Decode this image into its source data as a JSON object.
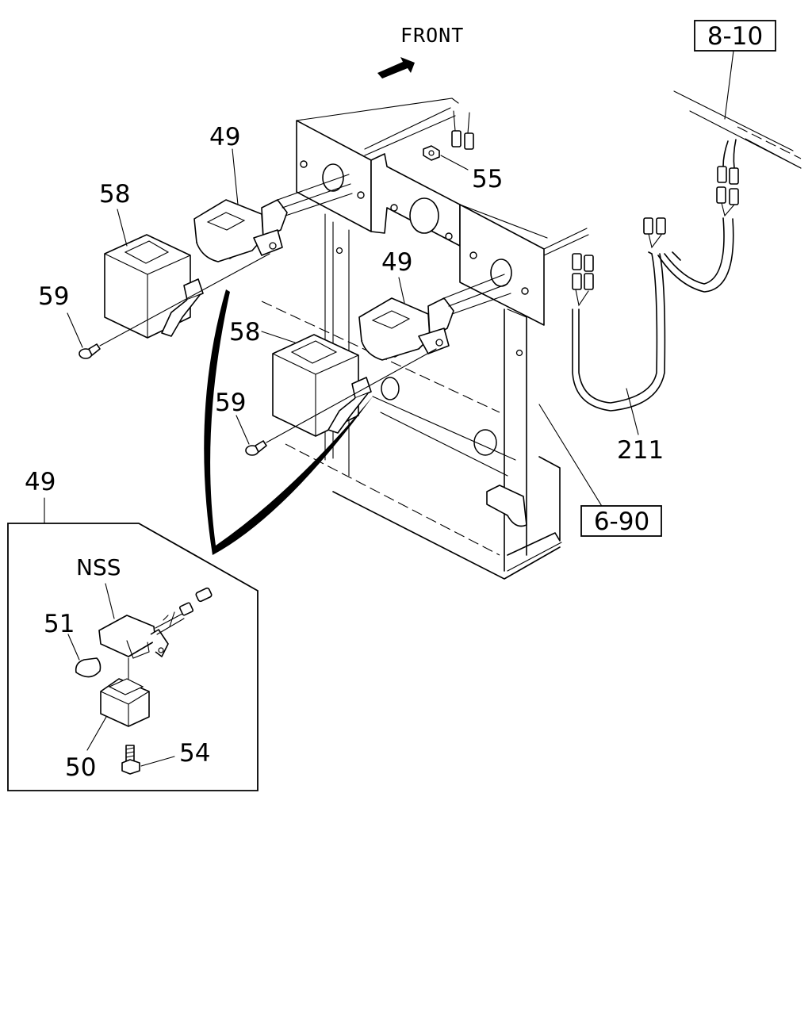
{
  "labels": {
    "front": "FRONT",
    "ref_8_10": "8-10",
    "ref_6_90": "6-90",
    "part_49_a": "49",
    "part_49_b": "49",
    "part_49_c": "49",
    "part_58_a": "58",
    "part_58_b": "58",
    "part_59_a": "59",
    "part_59_b": "59",
    "part_55": "55",
    "part_211": "211",
    "nss": "NSS",
    "part_51": "51",
    "part_50": "50",
    "part_54": "54"
  }
}
